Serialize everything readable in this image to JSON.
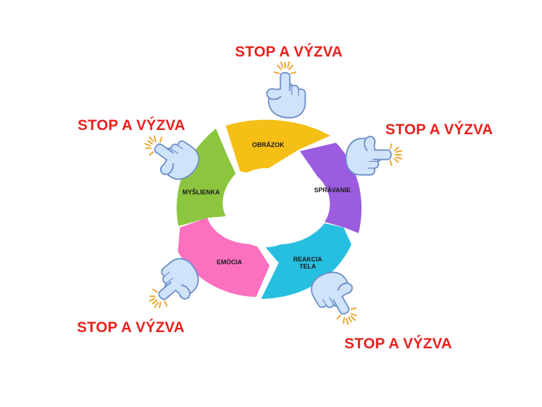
{
  "colors": {
    "label_red": "#e8211c",
    "obrazok": "#f5bf16",
    "spravanie": "#9b5ce0",
    "reakcia": "#27bfe0",
    "emocia": "#fb70bf",
    "myslienka": "#8cc63f",
    "hand_fill": "#cfe3fb",
    "hand_stroke": "#6d8fc7",
    "sparkle": "#f0a020"
  },
  "segments": [
    {
      "id": "obrazok",
      "label": "OBRÁZOK"
    },
    {
      "id": "spravanie",
      "label": "SPRÁVANIE"
    },
    {
      "id": "reakcia",
      "label_line1": "REAKCIA",
      "label_line2": "TELA"
    },
    {
      "id": "emocia",
      "label": "EMÓCIA"
    },
    {
      "id": "myslienka",
      "label": "MYŠLIENKA"
    }
  ],
  "callouts": [
    {
      "id": "top",
      "text": "STOP A VÝZVA",
      "icon": "pointing-hand-icon"
    },
    {
      "id": "right",
      "text": "STOP A VÝZVA",
      "icon": "pointing-hand-icon"
    },
    {
      "id": "bottom-right",
      "text": "STOP A VÝZVA",
      "icon": "pointing-hand-icon"
    },
    {
      "id": "bottom-left",
      "text": "STOP A VÝZVA",
      "icon": "pointing-hand-icon"
    },
    {
      "id": "left",
      "text": "STOP A VÝZVA",
      "icon": "pointing-hand-icon"
    }
  ]
}
